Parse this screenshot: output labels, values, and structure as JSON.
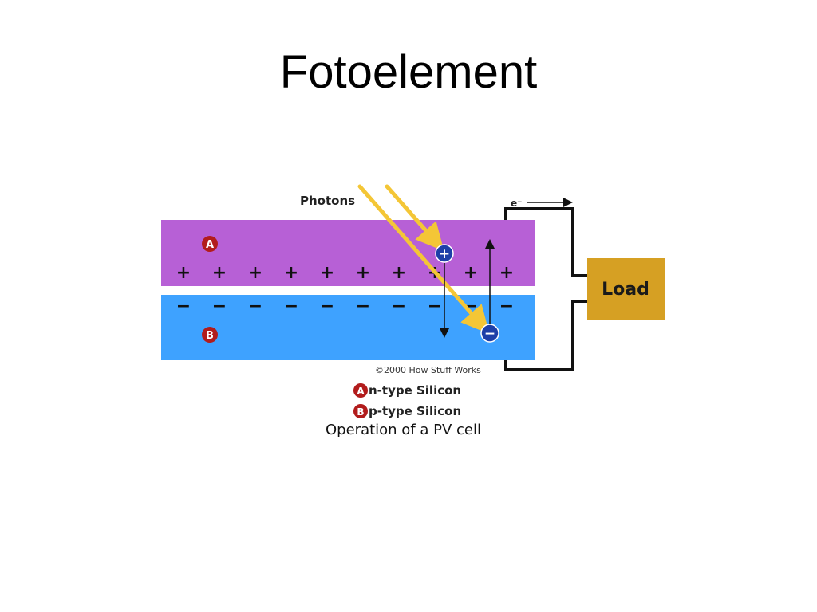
{
  "slide": {
    "title": "Fotoelement"
  },
  "diagram": {
    "photons_label": "Photons",
    "electron_label": "e⁻",
    "load_label": "Load",
    "copyright": "©2000 How Stuff Works",
    "layer_a_marker": "A",
    "layer_b_marker": "B",
    "hole_symbol": "+",
    "electron_symbol": "−",
    "positive_charge_symbol": "+",
    "negative_charge_symbol": "−",
    "colors": {
      "n_layer": "#b760d6",
      "p_layer": "#3ea2ff",
      "photon_ray": "#f4c636",
      "load_box": "#d6a023",
      "marker": "#b21c1c",
      "carrier": "#1d3fa8"
    },
    "legend": [
      {
        "marker": "A",
        "text": "n-type Silicon"
      },
      {
        "marker": "B",
        "text": "p-type Silicon"
      }
    ],
    "caption": "Operation of a PV cell"
  }
}
